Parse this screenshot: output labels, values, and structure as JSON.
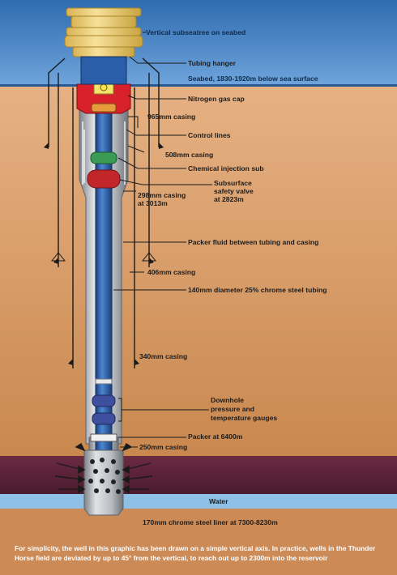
{
  "colors": {
    "sea": "#3f7cc0",
    "ground_top": "#e0a978",
    "ground_bottom": "#c98854",
    "reservoir": "#5a2236",
    "water": "#8fc0e6",
    "bottom": "#cc8a56",
    "tree": "#f2d27a",
    "tree_edge": "#b8922c",
    "casing": "#9ea2a8",
    "casing_light": "#d3d6da",
    "tubing": "#2e65b3",
    "tubing_dark": "#1c3f7a",
    "cap": "#d8212a",
    "valve_red": "#c2262b",
    "sub_green": "#3b9a53",
    "gauge": "#3d4f9e",
    "line": "#1a1a1a"
  },
  "labels": {
    "subsea_tree": "Vertical subseatree on seabed",
    "tubing_hanger": "Tubing hanger",
    "seabed": "Seabed, 1830-1920m below sea surface",
    "nitrogen_cap": "Nitrogen gas cap",
    "casing_965": "965mm casing",
    "control_lines": "Control lines",
    "casing_508": "508mm casing",
    "chemical_sub": "Chemical injection sub",
    "safety_valve_1": "Subsurface",
    "safety_valve_2": "safety valve",
    "safety_valve_3": "at 2823m",
    "casing_298_1": "298mm casing",
    "casing_298_2": "at 3013m",
    "packer_fluid": "Packer fluid between tubing and casing",
    "casing_406": "406mm casing",
    "tubing_140": "140mm diameter 25% chrome steel tubing",
    "casing_340": "340mm casing",
    "gauges_1": "Downhole",
    "gauges_2": "pressure and",
    "gauges_3": "temperature gauges",
    "packer": "Packer at 6400m",
    "casing_250": "250mm casing",
    "water": "Water",
    "liner": "170mm chrome steel liner at 7300-8230m"
  },
  "caption": "For simplicity, the well in this graphic has been drawn on a simple vertical axis. In practice, wells in the Thunder Horse field are deviated by up to 45° from the vertical, to reach out up to 2300m into the reservoir"
}
